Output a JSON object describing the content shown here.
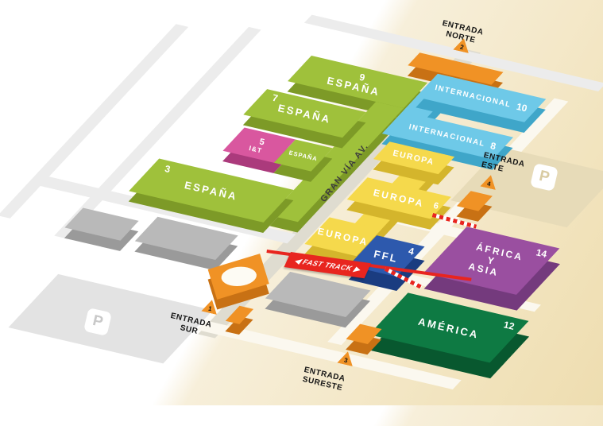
{
  "map": {
    "street_label": "GRAN VÍA AV.",
    "fast_track": {
      "left_arrow": "◀",
      "label": "FAST TRACK",
      "right_arrow": "▶"
    },
    "parking_label": "P",
    "halls": {
      "espana9": {
        "number": "9",
        "name": "ESPAÑA"
      },
      "espana7": {
        "number": "7",
        "name": "ESPAÑA"
      },
      "iyt5": {
        "number": "5",
        "name": "I&T"
      },
      "espana5": {
        "name": "ESPAÑA"
      },
      "espana3": {
        "number": "3",
        "name": "ESPAÑA"
      },
      "internacional10": {
        "number": "10",
        "name": "INTERNACIONAL"
      },
      "internacional8": {
        "number": "8",
        "name": "INTERNACIONAL"
      },
      "europaTop": {
        "name": "EUROPA"
      },
      "europaMid": {
        "number": "6",
        "name": "EUROPA"
      },
      "europaBottom": {
        "name": "EUROPA"
      },
      "ffl": {
        "number": "4",
        "name": "FFL"
      },
      "africaAsia": {
        "number": "14",
        "line1": "ÁFRICA",
        "line2": "Y",
        "line3": "ASIA"
      },
      "america": {
        "number": "12",
        "name": "AMÉRICA"
      }
    },
    "entrances": {
      "norte": {
        "line1": "ENTRADA",
        "line2": "NORTE",
        "marker": "2"
      },
      "este": {
        "line1": "ENTRADA",
        "line2": "ESTE",
        "marker": "4"
      },
      "sur": {
        "line1": "ENTRADA",
        "line2": "SUR",
        "marker": "1"
      },
      "sureste": {
        "line1": "ENTRADA",
        "line2": "SURESTE",
        "marker": "3"
      }
    },
    "colors": {
      "espana_green": "#9fc13b",
      "iyt_pink": "#d9579f",
      "internacional_blue": "#6ec9e8",
      "europa_yellow": "#f5d94c",
      "ffl_blue": "#2d59ad",
      "africa_asia_purple": "#9a4fa0",
      "america_green": "#0e7a43",
      "entrance_orange": "#f09225",
      "fast_track_red": "#e8251f"
    }
  }
}
